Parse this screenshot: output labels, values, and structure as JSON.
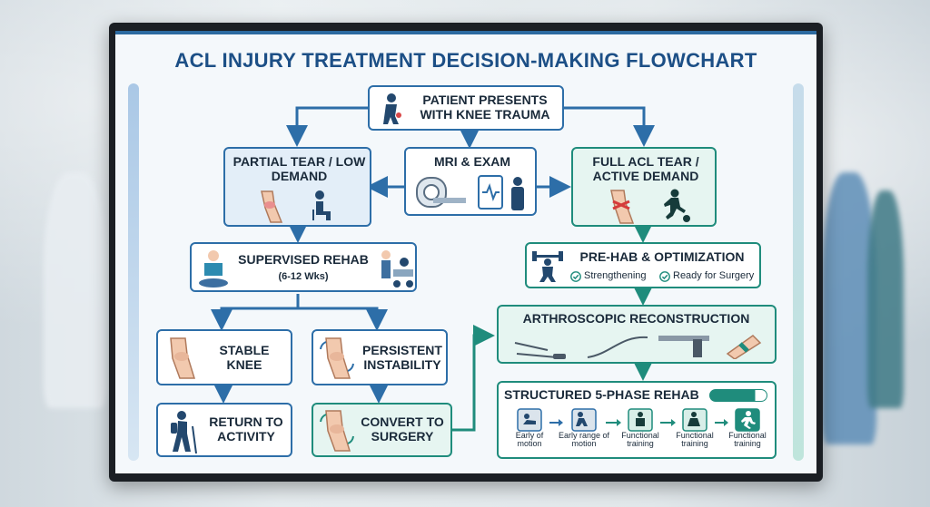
{
  "title": "ACL INJURY TREATMENT DECISION-MAKING FLOWCHART",
  "nodes": {
    "patient": "PATIENT PRESENTS WITH KNEE TRAUMA",
    "mri": "MRI & EXAM",
    "partial": "PARTIAL TEAR / LOW DEMAND",
    "full": "FULL ACL TEAR / ACTIVE DEMAND",
    "rehab": "SUPERVISED REHAB",
    "rehab_weeks": "(6-12 Wks)",
    "prehab": "PRE-HAB & OPTIMIZATION",
    "prehab_check1": "Strengthening",
    "prehab_check2": "Ready for Surgery",
    "stable": "STABLE KNEE",
    "persistent": "PERSISTENT INSTABILITY",
    "return": "RETURN TO ACTIVITY",
    "convert": "CONVERT TO SURGERY",
    "arthro": "ARTHROSCOPIC RECONSTRUCTION",
    "structured": "STRUCTURED 5-PHASE REHAB"
  },
  "phases": [
    "Early of motion",
    "Early range of motion",
    "Functional training",
    "Functional training",
    "Functional training"
  ],
  "colors": {
    "blue": "#2d6ea8",
    "teal": "#1f8c7c",
    "title": "#1c4f86"
  }
}
